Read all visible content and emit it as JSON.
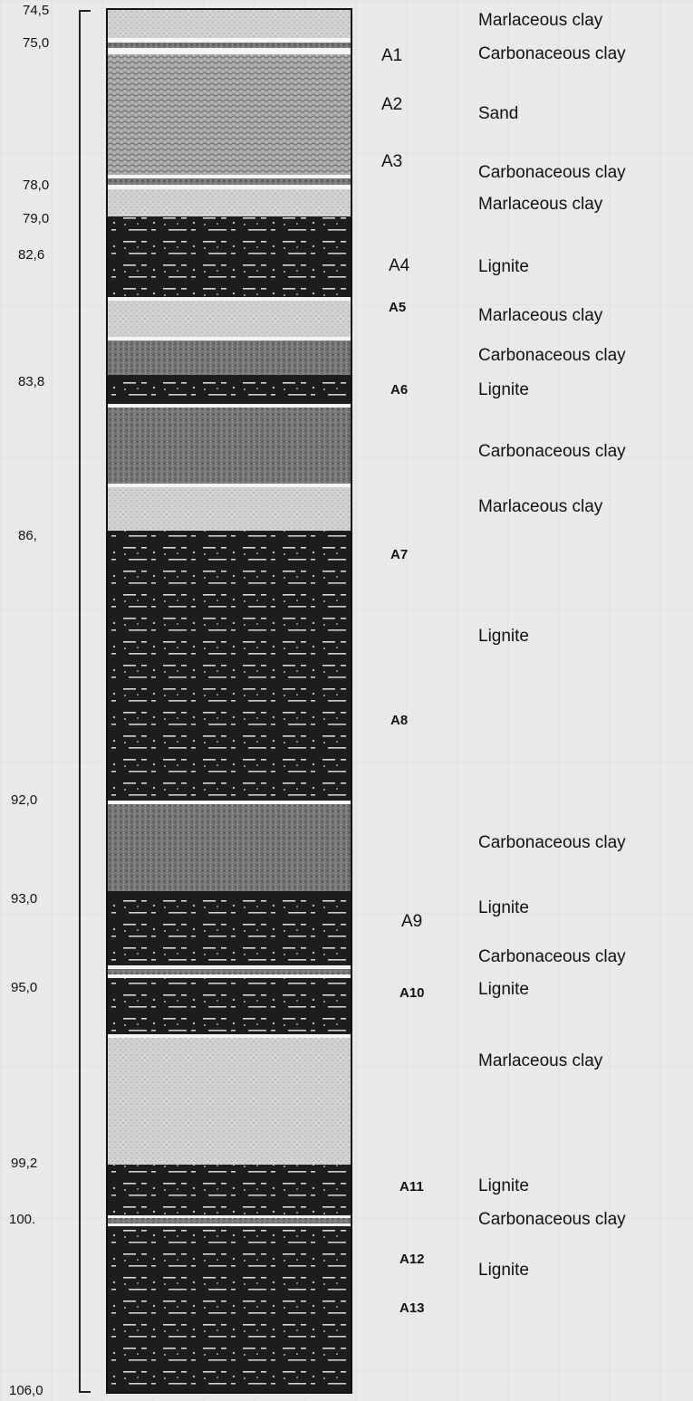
{
  "depth_labels": [
    "74,5",
    "75,0",
    "78,0",
    "79,0",
    "82,6",
    "83,8",
    "86,",
    "92,0",
    "93,0",
    "95,0",
    "99,2",
    "100.",
    "106,0"
  ],
  "sample_labels": [
    "A1",
    "A2",
    "A3",
    "A4",
    "A5",
    "A6",
    "A7",
    "A8",
    "A9",
    "A10",
    "A11",
    "A12",
    "A13"
  ],
  "lithology_labels": [
    "Marlaceous clay",
    "Carbonaceous clay",
    "Sand",
    "Carbonaceous clay",
    "Marlaceous clay",
    "Lignite",
    "Marlaceous clay",
    "Carbonaceous clay",
    "Lignite",
    "Carbonaceous clay",
    "Marlaceous clay",
    "Lignite",
    "Carbonaceous clay",
    "Lignite",
    "Carbonaceous clay",
    "Lignite",
    "Marlaceous clay",
    "Lignite",
    "Carbonaceous clay",
    "Lignite"
  ],
  "colors": {
    "marlaceous_clay": "#cfcfcf",
    "carbonaceous_clay": "#6e6e6e",
    "sand": "#9a9a9a",
    "lignite": "#202020",
    "separator": "#f4f4f4",
    "background": "#e9e9e7"
  }
}
